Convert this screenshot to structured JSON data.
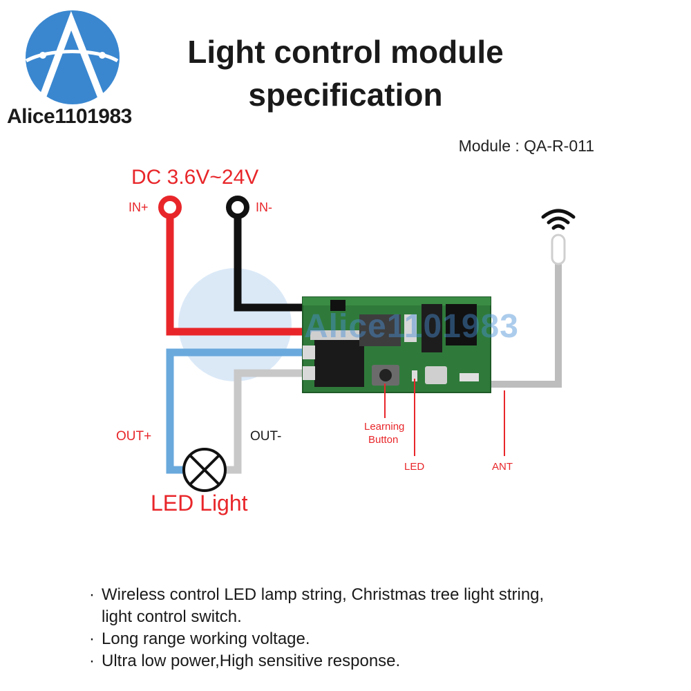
{
  "logo": {
    "text": "Alice1101983"
  },
  "title": {
    "line1": "Light control module",
    "line2": "specification"
  },
  "module_label": "Module : QA-R-011",
  "diagram": {
    "power_label": "DC 3.6V~24V",
    "in_plus": "IN+",
    "in_minus": "IN-",
    "out_plus": "OUT+",
    "out_minus": "OUT-",
    "led_light": "LED Light",
    "learning_button_line1": "Learning",
    "learning_button_line2": "Button",
    "led": "LED",
    "ant": "ANT"
  },
  "watermark": "Alice1101983",
  "bullets": [
    {
      "line1": "Wireless control LED lamp string, Christmas tree light string,",
      "line2": "light control switch."
    },
    {
      "line1": "Long range working voltage."
    },
    {
      "line1": "Ultra low power,High sensitive response."
    }
  ],
  "colors": {
    "red": "#e8262a",
    "black": "#111111",
    "blue": "#6aa9dc",
    "gray": "#c8c8c8",
    "pcb": "#2f7a3a",
    "logo_blue": "#3a87d0"
  },
  "icons": [
    "logo-icon",
    "wifi-signal-icon",
    "lamp-icon",
    "terminal-icon"
  ]
}
